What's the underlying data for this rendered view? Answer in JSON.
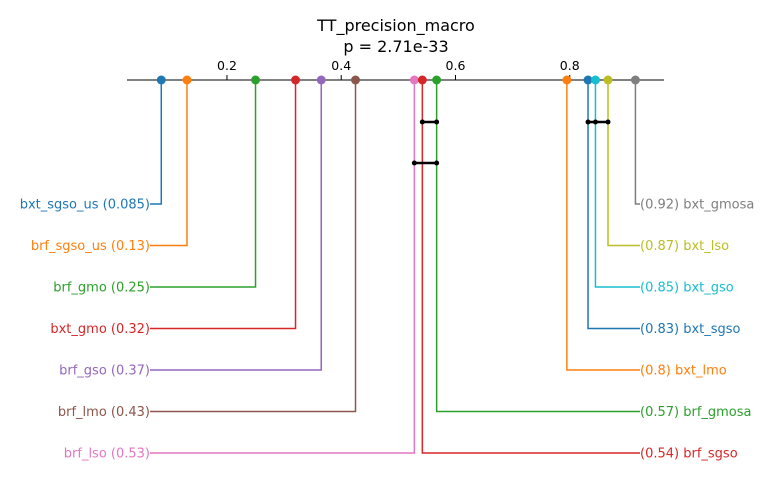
{
  "chart_data": {
    "type": "critical-difference",
    "title": "TT_precision_macro",
    "subtitle": "p = 2.71e-33",
    "xticks": [
      0.2,
      0.4,
      0.6,
      0.8
    ],
    "xtick_labels": [
      "0.2",
      "0.4",
      "0.6",
      "0.8"
    ],
    "xlim": [
      0.025,
      0.965
    ],
    "grid": false,
    "items": [
      {
        "name": "bxt_sgso_us",
        "value": 0.085,
        "label": "bxt_sgso_us (0.085)",
        "side": "left",
        "color": "#1f77b4"
      },
      {
        "name": "brf_sgso_us",
        "value": 0.13,
        "label": "brf_sgso_us (0.13)",
        "side": "left",
        "color": "#ff7f0e"
      },
      {
        "name": "brf_gmo",
        "value": 0.25,
        "label": "brf_gmo (0.25)",
        "side": "left",
        "color": "#2ca02c"
      },
      {
        "name": "bxt_gmo",
        "value": 0.32,
        "label": "bxt_gmo (0.32)",
        "side": "left",
        "color": "#d62728"
      },
      {
        "name": "brf_gso",
        "value": 0.365,
        "label": "brf_gso (0.37)",
        "side": "left",
        "color": "#9467bd"
      },
      {
        "name": "brf_lmo",
        "value": 0.425,
        "label": "brf_lmo (0.43)",
        "side": "left",
        "color": "#8c564b"
      },
      {
        "name": "brf_lso",
        "value": 0.528,
        "label": "brf_lso (0.53)",
        "side": "left",
        "color": "#e377c2"
      },
      {
        "name": "brf_sgso",
        "value": 0.542,
        "label": "(0.54) brf_sgso",
        "side": "right",
        "color": "#d62728"
      },
      {
        "name": "brf_gmosa",
        "value": 0.567,
        "label": "(0.57) brf_gmosa",
        "side": "right",
        "color": "#2ca02c"
      },
      {
        "name": "bxt_lmo",
        "value": 0.795,
        "label": "(0.8) bxt_lmo",
        "side": "right",
        "color": "#ff7f0e"
      },
      {
        "name": "bxt_sgso",
        "value": 0.832,
        "label": "(0.83) bxt_sgso",
        "side": "right",
        "color": "#1f77b4"
      },
      {
        "name": "bxt_gso",
        "value": 0.845,
        "label": "(0.85) bxt_gso",
        "side": "right",
        "color": "#17becf"
      },
      {
        "name": "bxt_lso",
        "value": 0.867,
        "label": "(0.87) bxt_lso",
        "side": "right",
        "color": "#bcbd22"
      },
      {
        "name": "bxt_gmosa",
        "value": 0.915,
        "label": "(0.92) bxt_gmosa",
        "side": "right",
        "color": "#7f7f7f"
      }
    ],
    "cliques": [
      {
        "from": 0.542,
        "to": 0.567,
        "points": [
          0.542,
          0.567
        ]
      },
      {
        "from": 0.832,
        "to": 0.867,
        "points": [
          0.832,
          0.845,
          0.867
        ]
      },
      {
        "from": 0.528,
        "to": 0.567,
        "points": [
          0.528,
          0.567
        ]
      }
    ]
  }
}
